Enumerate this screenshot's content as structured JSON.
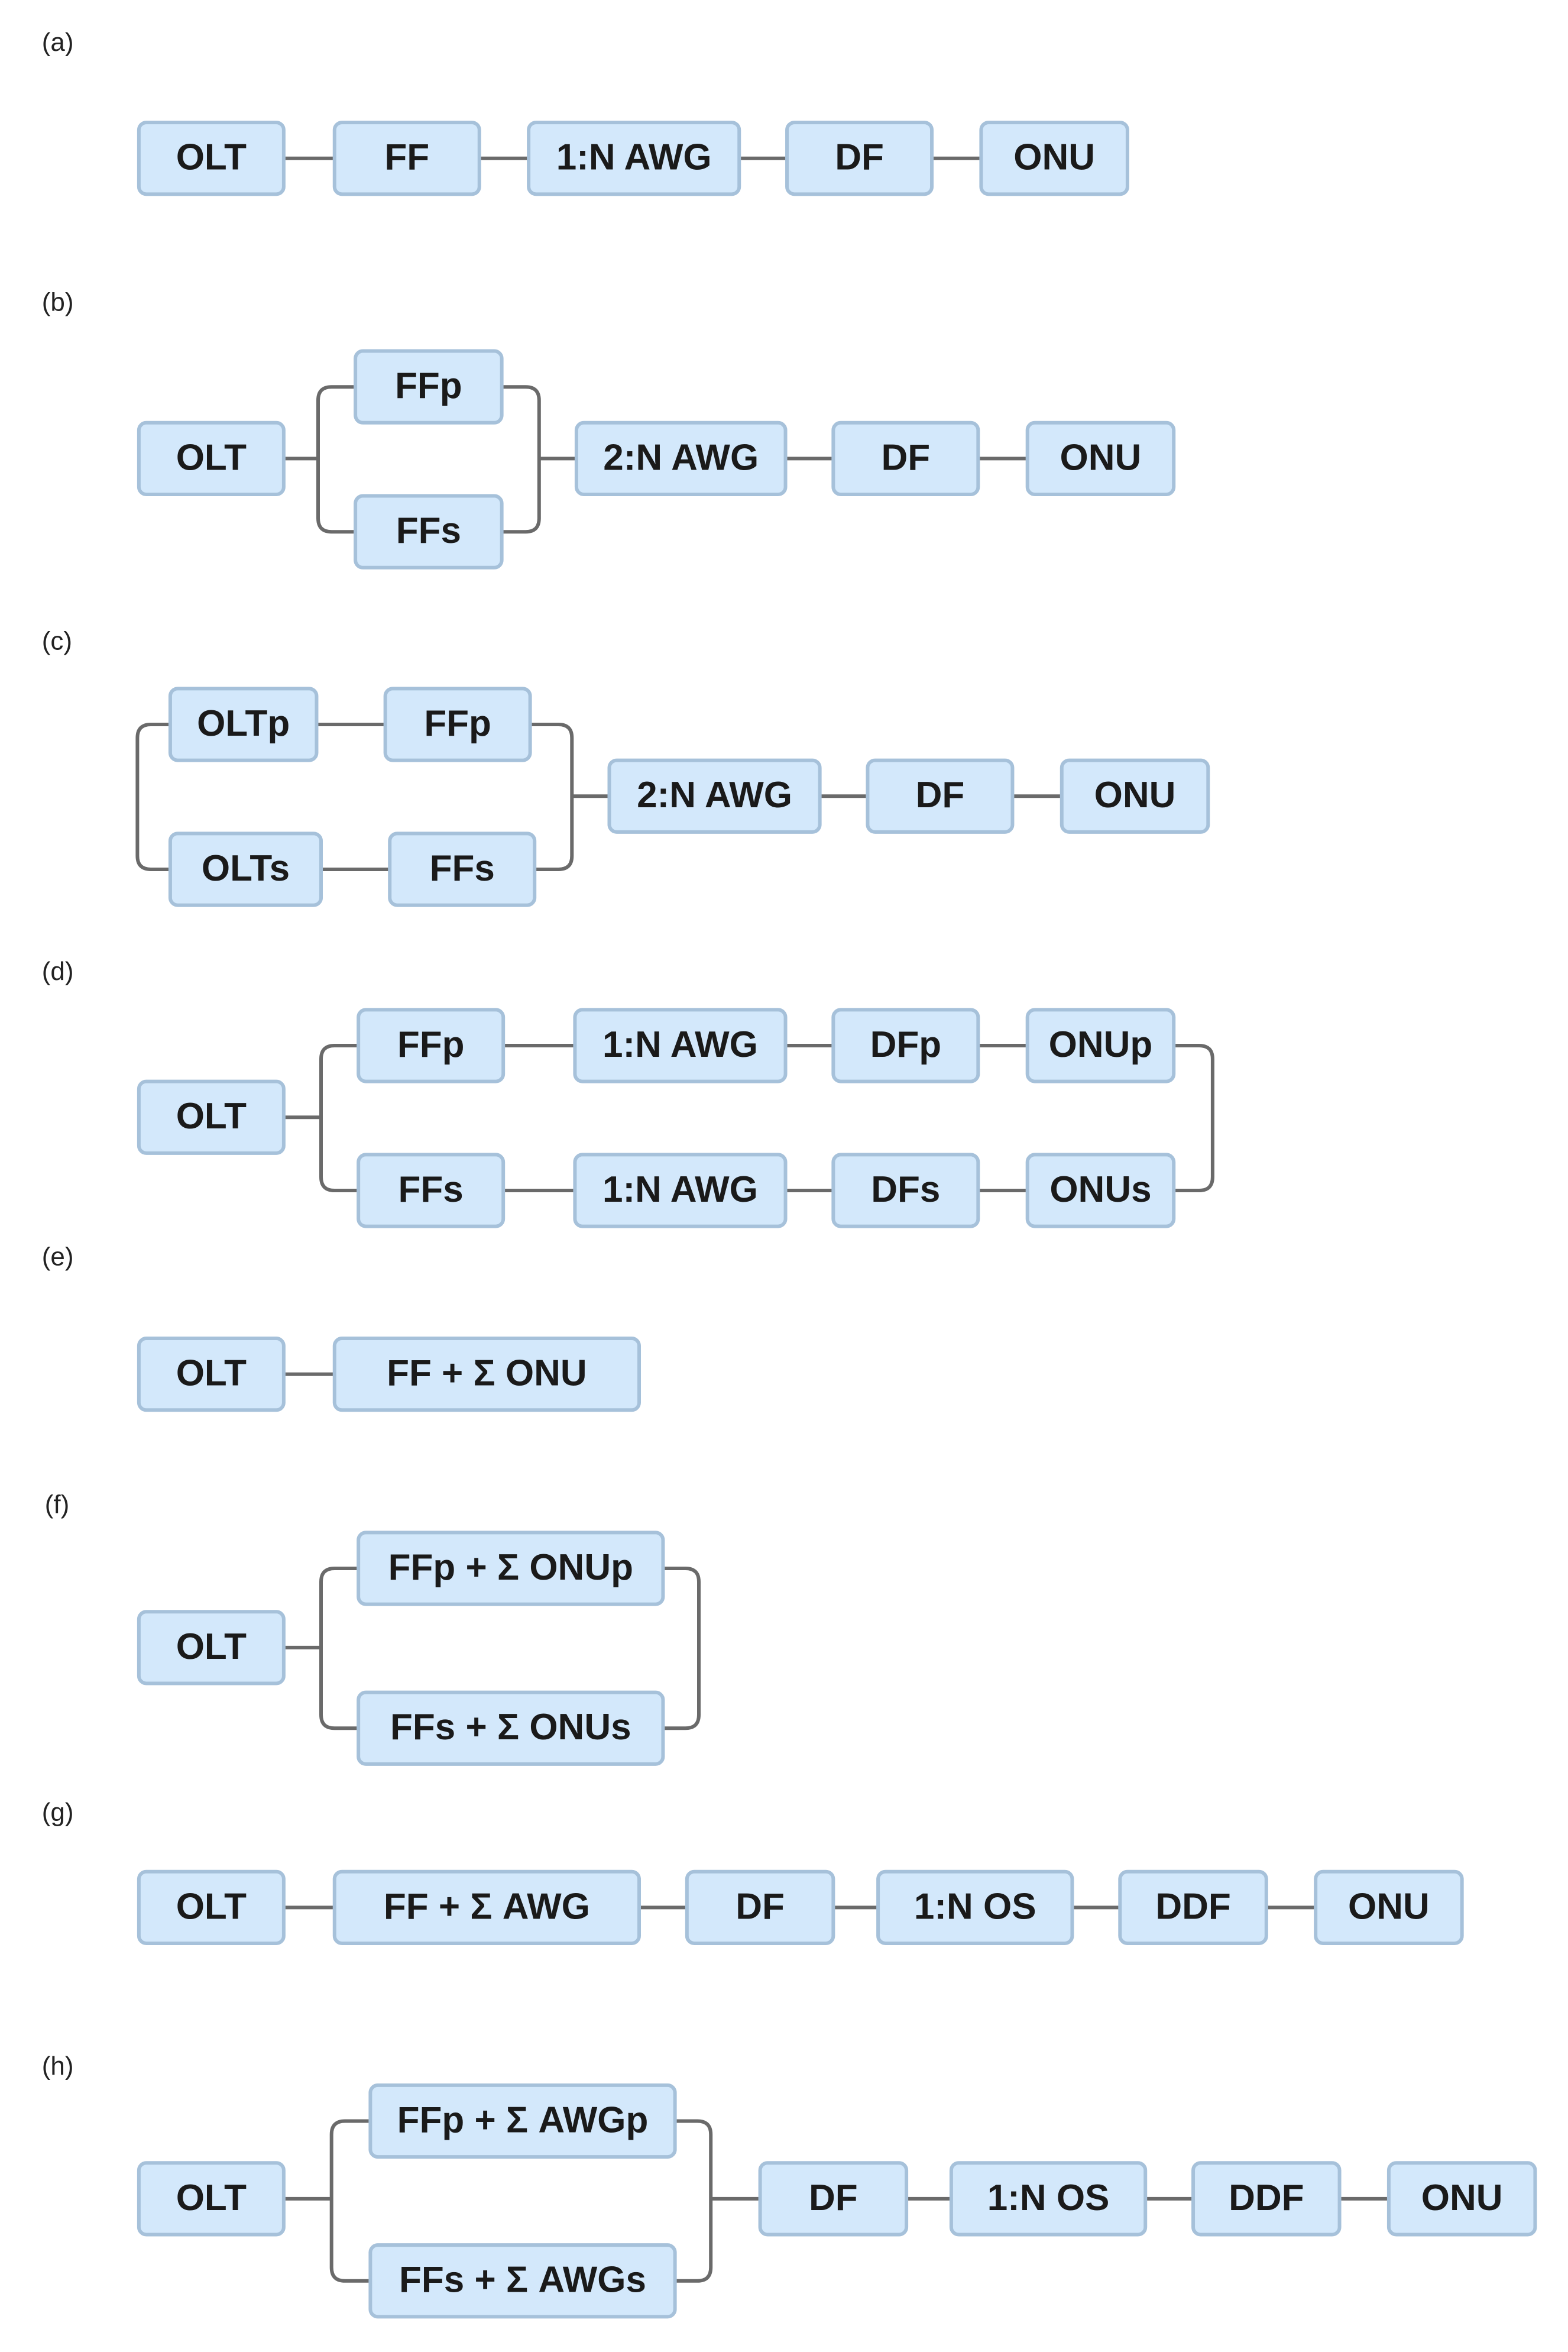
{
  "colors": {
    "box_fill": "#d3e8fb",
    "box_border": "#a6c1da",
    "line": "#6a6a6a",
    "text": "#1a1a1a"
  },
  "panels": [
    {
      "label": "(a)",
      "nodes": [
        "OLT",
        "FF",
        "1:N AWG",
        "DF",
        "ONU"
      ]
    },
    {
      "label": "(b)",
      "nodes": [
        "OLT",
        "FFp",
        "FFs",
        "2:N AWG",
        "DF",
        "ONU"
      ]
    },
    {
      "label": "(c)",
      "nodes": [
        "OLTp",
        "FFp",
        "OLTs",
        "FFs",
        "2:N AWG",
        "DF",
        "ONU"
      ]
    },
    {
      "label": "(d)",
      "nodes": [
        "OLT",
        "FFp",
        "1:N AWG",
        "DFp",
        "ONUp",
        "FFs",
        "1:N AWG",
        "DFs",
        "ONUs"
      ]
    },
    {
      "label": "(e)",
      "nodes": [
        "OLT",
        "FF + Σ ONU"
      ]
    },
    {
      "label": "(f)",
      "nodes": [
        "OLT",
        "FFp + Σ ONUp",
        "FFs + Σ ONUs"
      ]
    },
    {
      "label": "(g)",
      "nodes": [
        "OLT",
        "FF + Σ AWG",
        "DF",
        "1:N OS",
        "DDF",
        "ONU"
      ]
    },
    {
      "label": "(h)",
      "nodes": [
        "OLT",
        "FFp + Σ AWGp",
        "FFs + Σ AWGs",
        "DF",
        "1:N OS",
        "DDF",
        "ONU"
      ]
    }
  ]
}
